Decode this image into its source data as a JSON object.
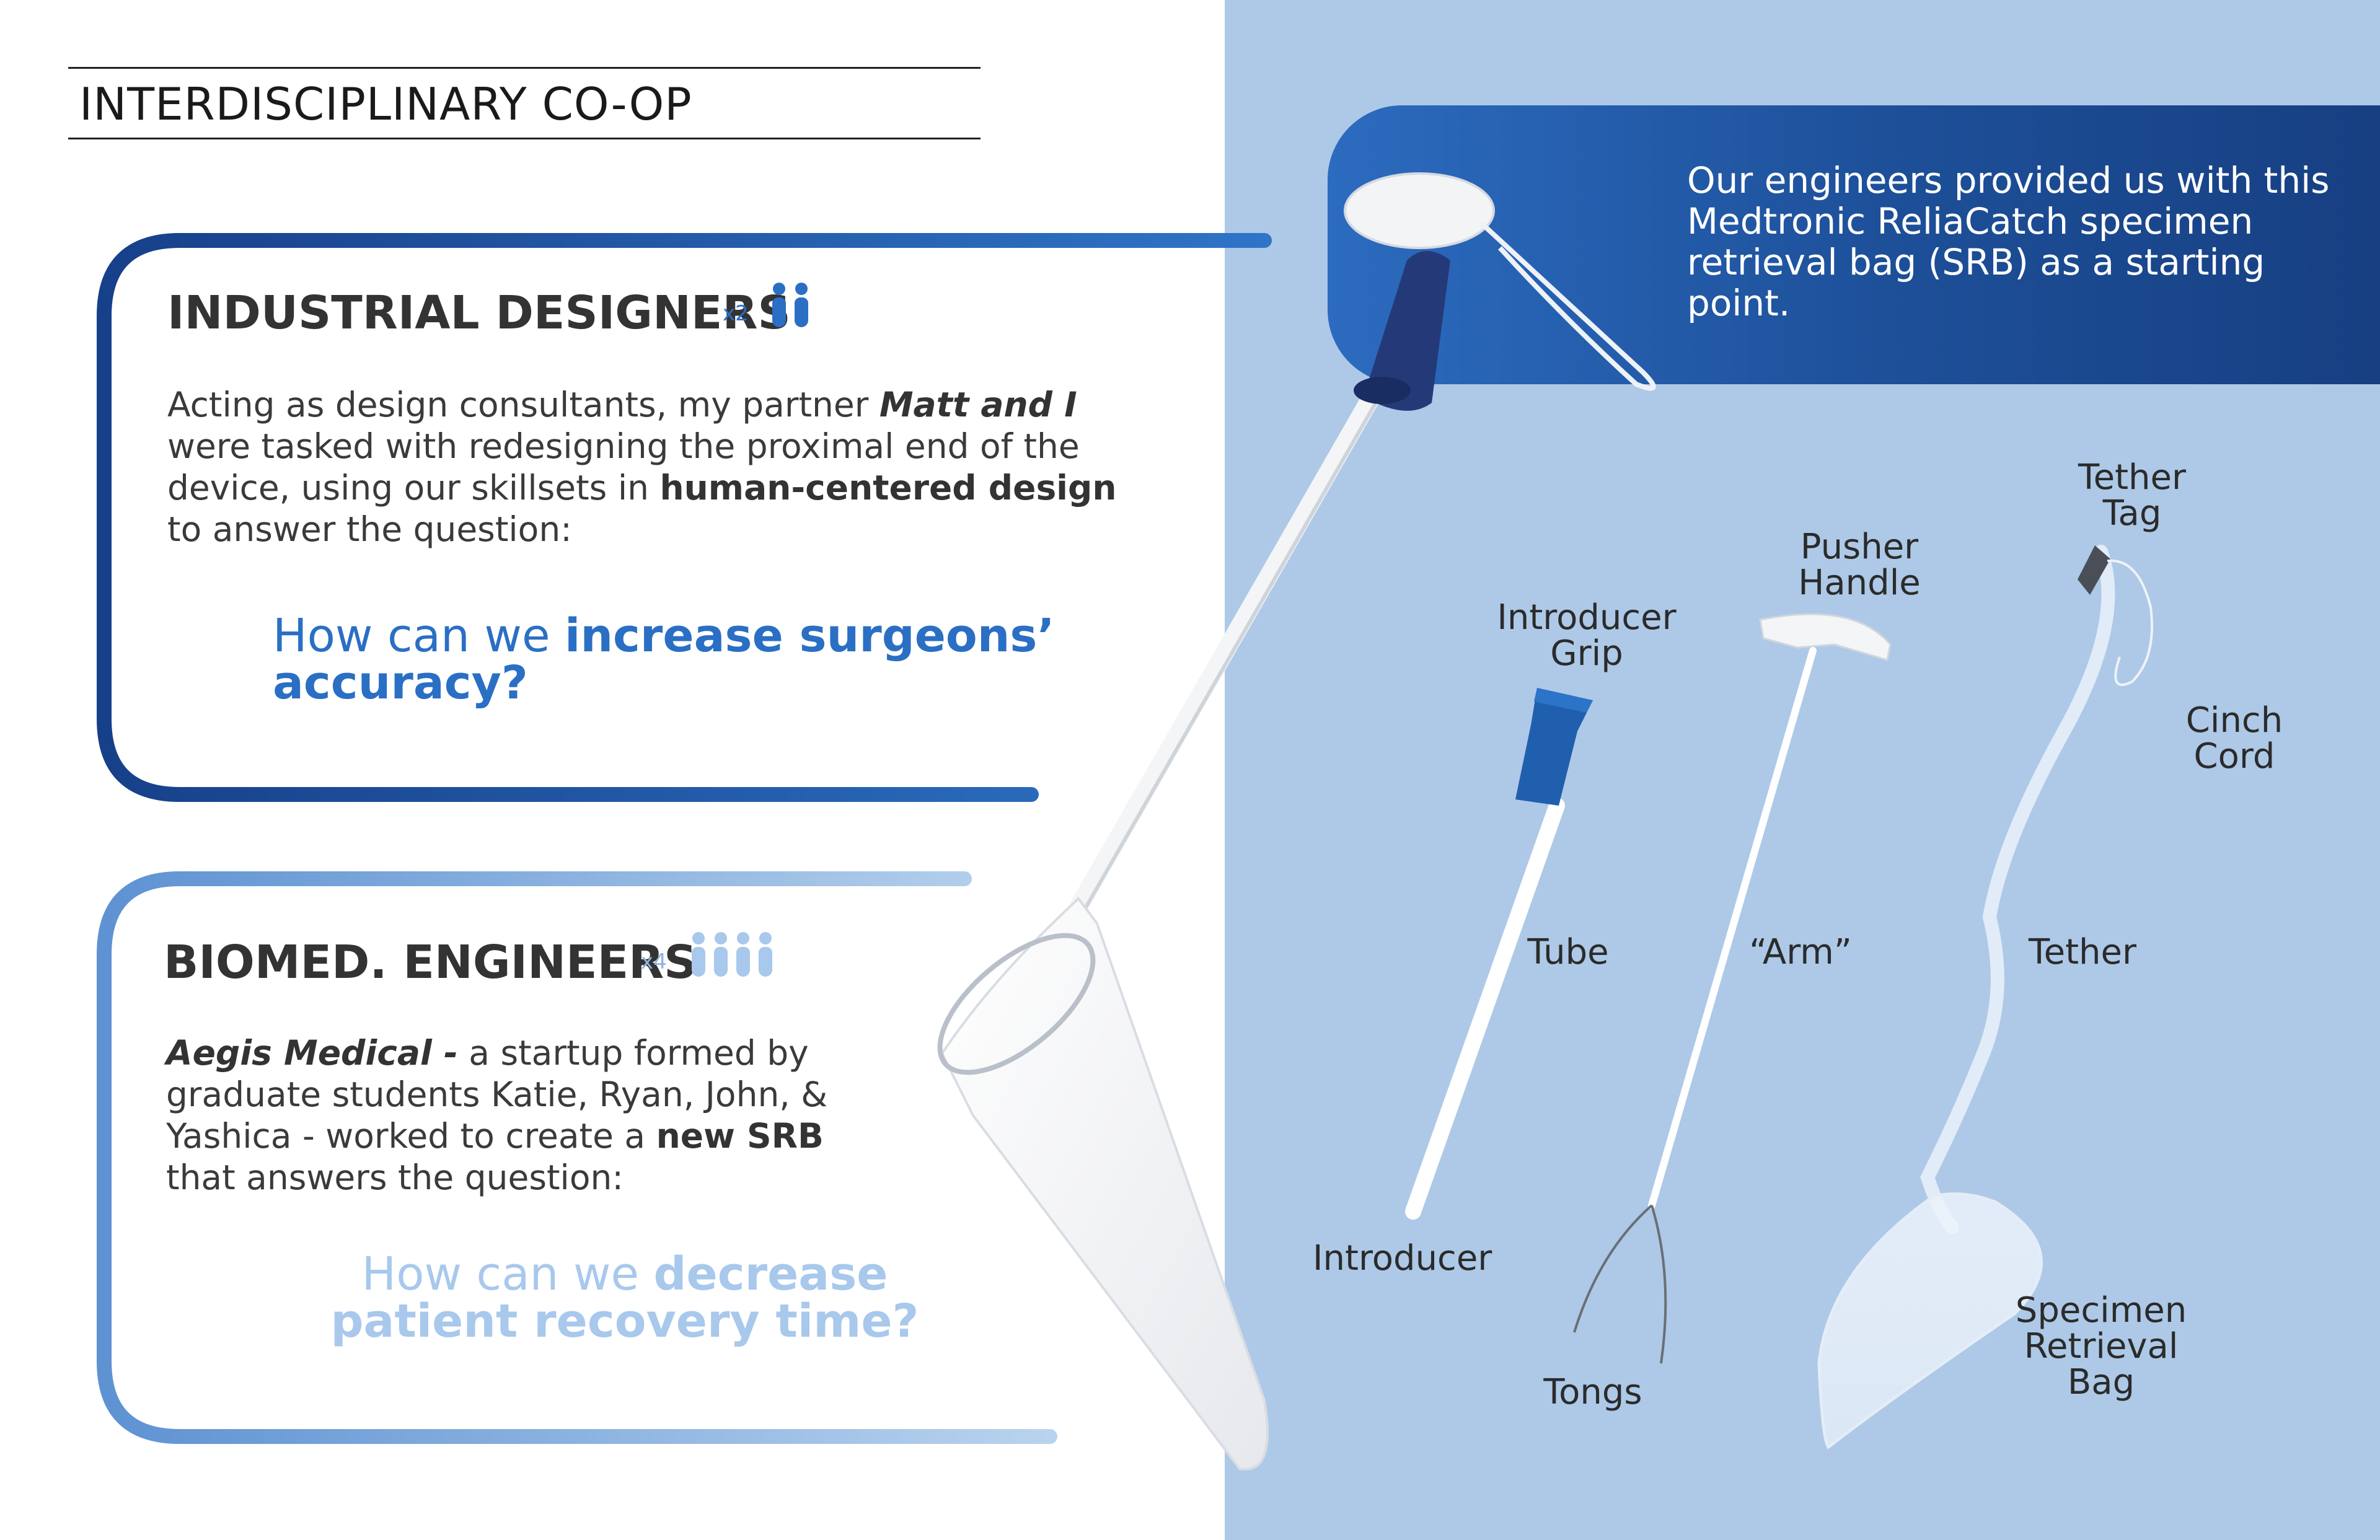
{
  "page": {
    "title": "INTERDISCIPLINARY CO-OP"
  },
  "industrial": {
    "title": "INDUSTRIAL DESIGNERS",
    "count": "x2",
    "para_1": "Acting as design consultants, my partner ",
    "para_bold_1": "Matt and I",
    "para_2": " were tasked with redesigning the proximal end of the device, using our skillsets in ",
    "para_bold_2": "human-centered design",
    "para_3": " to answer the question:",
    "question_1": "How can we ",
    "question_bold": "increase surgeons’ accuracy?",
    "color": "#1f4f99",
    "accent": "#2a6fc4"
  },
  "biomed": {
    "title": "BIOMED. ENGINEERS",
    "count": "x4",
    "para_bold_1": "Aegis Medical -",
    "para_1": " a startup formed by graduate students Katie, Ryan, John, & Yashica - worked to create a ",
    "para_bold_2": "new SRB",
    "para_2": " that answers the question:",
    "question_1": "How can we ",
    "question_bold_1": "decrease",
    "question_bold_2": "patient recovery time?",
    "color": "#6f9fd6",
    "accent": "#a8c8ec"
  },
  "banner": {
    "text": "Our engineers provided us with this Medtronic ReliaCatch specimen retrieval bag (SRB) as a starting point.",
    "color": "#1d4f98"
  },
  "parts": {
    "introducer_grip": "Introducer Grip",
    "tube": "Tube",
    "introducer": "Introducer",
    "pusher_handle": "Pusher Handle",
    "arm": "“Arm”",
    "tongs": "Tongs",
    "tether_tag": "Tether Tag",
    "cinch_cord": "Cinch Cord",
    "tether": "Tether",
    "specimen_bag": "Specimen Retrieval Bag"
  },
  "colors": {
    "right_background": "#adc9e7",
    "grip_blue": "#1f5fae",
    "handle_navy": "#243a78"
  }
}
